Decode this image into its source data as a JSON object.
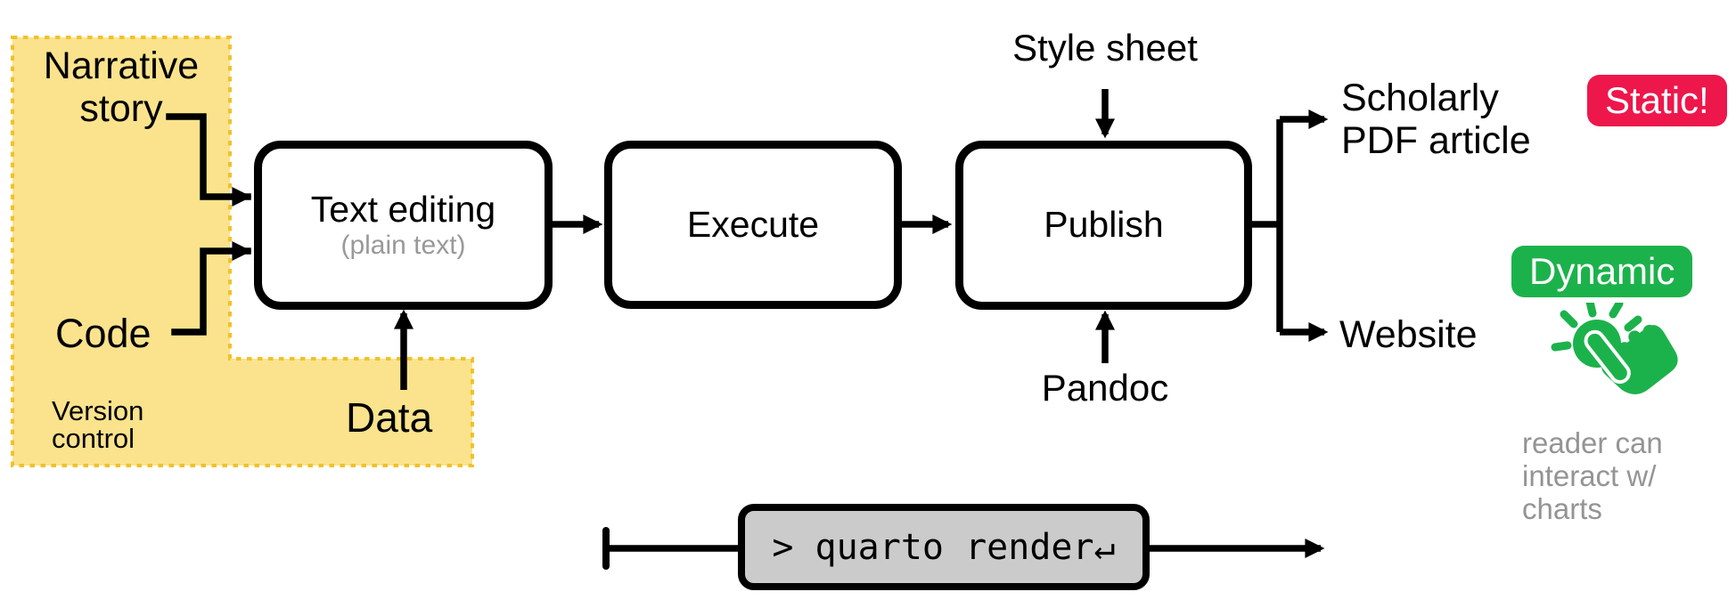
{
  "colors": {
    "highlight_fill": "#fae38c",
    "highlight_border": "#f1c12b",
    "badge_static_bg": "#ed174b",
    "badge_dynamic_bg": "#1cb24b",
    "icon_green": "#1cb24b",
    "muted_gray": "#949494",
    "subtitle_gray": "#999999",
    "command_box_bg": "#cbcbcb"
  },
  "sources": {
    "narrative_label": "Narrative\nstory",
    "code_label": "Code",
    "version_control_label": "Version\ncontrol",
    "data_label": "Data"
  },
  "pipeline": {
    "text_editing": {
      "title": "Text editing",
      "subtitle": "(plain text)"
    },
    "execute": {
      "title": "Execute"
    },
    "publish": {
      "title": "Publish"
    },
    "style_sheet_label": "Style sheet",
    "pandoc_label": "Pandoc"
  },
  "outputs": {
    "pdf_label": "Scholarly\nPDF article",
    "static_badge": "Static!",
    "website_label": "Website",
    "dynamic_badge": "Dynamic",
    "interact_note": "reader can\ninteract w/\ncharts"
  },
  "command": {
    "text": "> quarto render↵"
  },
  "icons": {
    "tap": "tap-finger-icon"
  }
}
